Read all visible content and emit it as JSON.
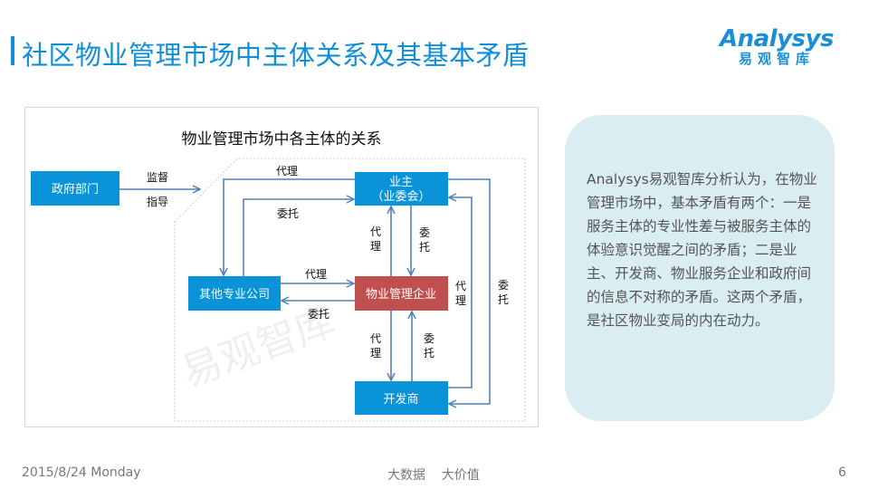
{
  "header": {
    "title": "社区物业管理市场中主体关系及其基本矛盾",
    "logo_en": "Analysys",
    "logo_cn": "易观智库"
  },
  "diagram": {
    "title": "物业管理市场中各主体的关系",
    "nodes": {
      "gov": "政府部门",
      "owner_l1": "业主",
      "owner_l2": "（业委会）",
      "other": "其他专业公司",
      "pm": "物业管理企业",
      "dev": "开发商"
    },
    "labels": {
      "supervise": "监督",
      "guide": "指导",
      "agent": "代理",
      "entrust": "委托",
      "agent_v1": "代",
      "agent_v2": "理",
      "entrust_v1": "委",
      "entrust_v2": "托"
    },
    "watermark": "易观智库",
    "colors": {
      "blue": "#0a93d9",
      "red": "#c0504d",
      "line": "#4f81bd"
    }
  },
  "note": {
    "text": "Analysys易观智库分析认为，在物业管理市场中，基本矛盾有两个：一是服务主体的专业性差与被服务主体的体验意识觉醒之间的矛盾；二是业主、开发商、物业服务企业和政府间的信息不对称的矛盾。这两个矛盾，是社区物业变局的内在动力。"
  },
  "footer": {
    "date": "2015/8/24 Monday",
    "slogan": "大数据    大价值",
    "page": "6"
  }
}
